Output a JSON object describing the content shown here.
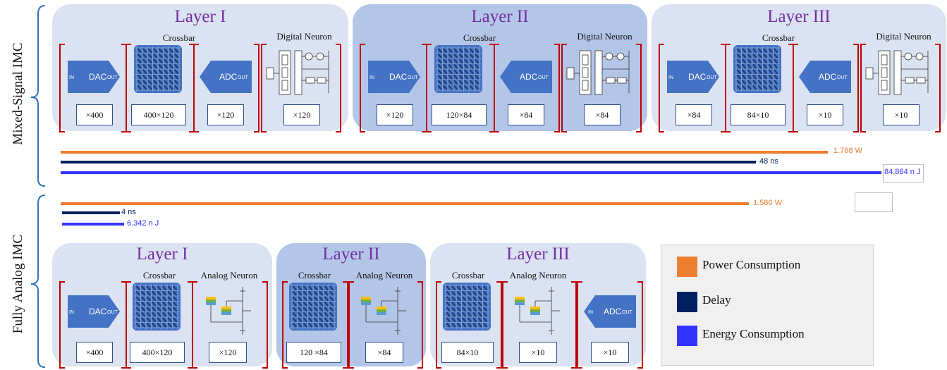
{
  "side_labels": {
    "top": "Mixed-Signal IMC",
    "bottom": "Fully Analog IMC"
  },
  "component_labels": {
    "dac": "DAC",
    "adc": "ADC",
    "in": "IN",
    "out": "OUT",
    "crossbar": "Crossbar",
    "digital_neuron": "Digital Neuron",
    "analog_neuron": "Analog Neuron"
  },
  "mixed_signal": {
    "layers": [
      {
        "title": "Layer I",
        "counts": [
          "×400",
          "400×120",
          "×120",
          "×120"
        ]
      },
      {
        "title": "Layer II",
        "counts": [
          "×120",
          "120×84",
          "×84",
          "×84"
        ]
      },
      {
        "title": "Layer III",
        "counts": [
          "×84",
          "84×10",
          "×10",
          "×10"
        ]
      }
    ],
    "bars": {
      "power": "1.768 W",
      "delay": "48 ns",
      "energy": "84.864 n J"
    }
  },
  "fully_analog": {
    "layers": [
      {
        "title": "Layer I",
        "counts": [
          "×400",
          "400×120",
          "×120"
        ]
      },
      {
        "title": "Layer II",
        "counts": [
          "120 ×84",
          "×84"
        ]
      },
      {
        "title": "Layer III",
        "counts": [
          "84×10",
          "×10",
          "×10"
        ]
      }
    ],
    "bars": {
      "power": "1.586 W",
      "delay": "4 ns",
      "energy": "6.342 n J"
    }
  },
  "legend": [
    {
      "label": "Power Consumption",
      "color": "#ed7d31"
    },
    {
      "label": "Delay",
      "color": "#002060"
    },
    {
      "label": "Energy Consumption",
      "color": "#3333ff"
    }
  ],
  "colors": {
    "power": "#ed7d31",
    "delay": "#002060",
    "energy": "#3333ff",
    "bracket": "#c00000",
    "block": "#4472c4",
    "title": "#7030a0"
  }
}
